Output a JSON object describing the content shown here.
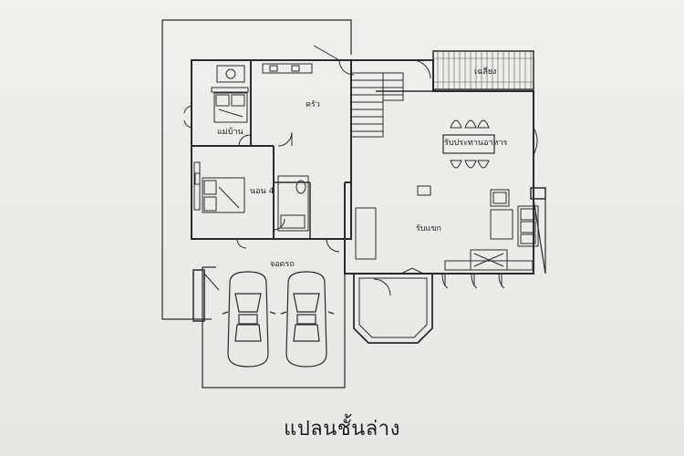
{
  "plan": {
    "title": "แปลนชั้นล่าง",
    "rooms": {
      "maid_room": "แม่บ้าน",
      "kitchen": "ครัว",
      "terrace": "เฉลียง",
      "dining": "รับประทานอาหาร",
      "bedroom4": "นอน 4",
      "living": "รับแขก",
      "carport": "จอดรถ"
    }
  }
}
